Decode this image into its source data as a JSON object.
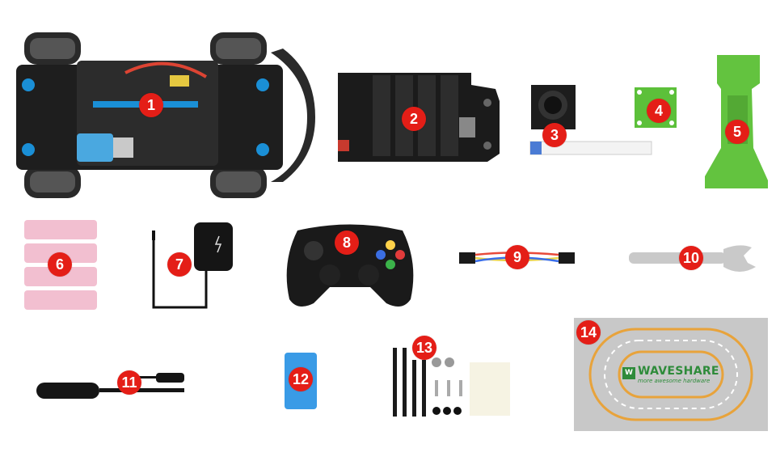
{
  "items": [
    {
      "number": "1",
      "icon": "rc-car-chassis-icon"
    },
    {
      "number": "2",
      "icon": "expansion-board-icon"
    },
    {
      "number": "3",
      "icon": "camera-module-icon"
    },
    {
      "number": "4",
      "icon": "camera-adapter-board-icon"
    },
    {
      "number": "5",
      "icon": "camera-holder-icon"
    },
    {
      "number": "6",
      "icon": "batteries-icon"
    },
    {
      "number": "7",
      "icon": "power-adapter-icon"
    },
    {
      "number": "8",
      "icon": "gamepad-icon"
    },
    {
      "number": "9",
      "icon": "cable-icon"
    },
    {
      "number": "10",
      "icon": "wrench-icon"
    },
    {
      "number": "11",
      "icon": "screwdriver-icon"
    },
    {
      "number": "12",
      "icon": "blue-part-icon"
    },
    {
      "number": "13",
      "icon": "screws-pack-icon"
    },
    {
      "number": "14",
      "icon": "track-mat-icon"
    }
  ],
  "mat": {
    "logo_mark": "W",
    "brand": "WAVESHARE",
    "tagline": "more awesome hardware"
  },
  "colors": {
    "badge": "#e41e17",
    "green": "#5cc03a",
    "battery_pink": "#f2bfd0",
    "track_orange": "#e8a33b",
    "mat_gray": "#c8c8c8"
  }
}
